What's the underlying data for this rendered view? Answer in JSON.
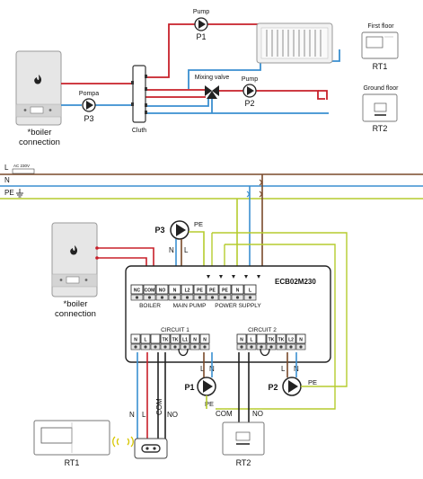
{
  "top": {
    "pump_p1_word": "Pump",
    "pump_p1_id": "P1",
    "pompa_word": "Pompa",
    "pump_p3_id": "P3",
    "clutch_label": "Cluth",
    "mixing_valve_label": "Mixing valve",
    "pump_p2_word": "Pump",
    "pump_p2_id": "P2",
    "boiler_label_line1": "*boiler",
    "boiler_label_line2": "connection",
    "first_floor_label": "First floor",
    "rt1_label": "RT1",
    "ground_floor_label": "Ground floor",
    "rt2_label": "RT2"
  },
  "lines": {
    "L": "L",
    "ac": "AC 230V",
    "N": "N",
    "PE": "PE"
  },
  "bottom": {
    "boiler_label_line1": "*boiler",
    "boiler_label_line2": "connection",
    "p3_label": "P3",
    "p3_pe": "PE",
    "p3_n": "N",
    "p3_l": "L",
    "controller_model": "ECB02M230",
    "terminals_top": [
      "NC",
      "COM",
      "NO",
      "N",
      "L2",
      "PE",
      "PE",
      "PE",
      "N",
      "L"
    ],
    "group_boiler": "BOILER",
    "group_main_pump": "MAIN PUMP",
    "group_power": "POWER SUPPLY",
    "circuit1_label": "CIRCUIT 1",
    "circuit2_label": "CIRCUIT 2",
    "terminals_c1": [
      "N",
      "L",
      "",
      "TK",
      "TK",
      "L1",
      "N",
      "N"
    ],
    "terminals_c2": [
      "N",
      "L",
      "",
      "TK",
      "TK",
      "L2",
      "N"
    ],
    "p1_label": "P1",
    "p1_l": "L",
    "p1_n": "N",
    "p2_label": "P2",
    "p2_l": "L",
    "p2_n": "N",
    "p2_pe": "PE",
    "p1_pe": "PE",
    "rt1_n": "N",
    "rt1_l": "L",
    "rt1_com": "COM",
    "rt1_no": "NO",
    "rt2_com": "COM",
    "rt2_no": "NO",
    "rt1_label": "RT1",
    "rt2_label": "RT2"
  },
  "colors": {
    "live": "#c8202a",
    "neutral": "#3a8fd0",
    "earth": "#b5cc2e",
    "brown": "#7a4a2a",
    "dark": "#222222"
  }
}
